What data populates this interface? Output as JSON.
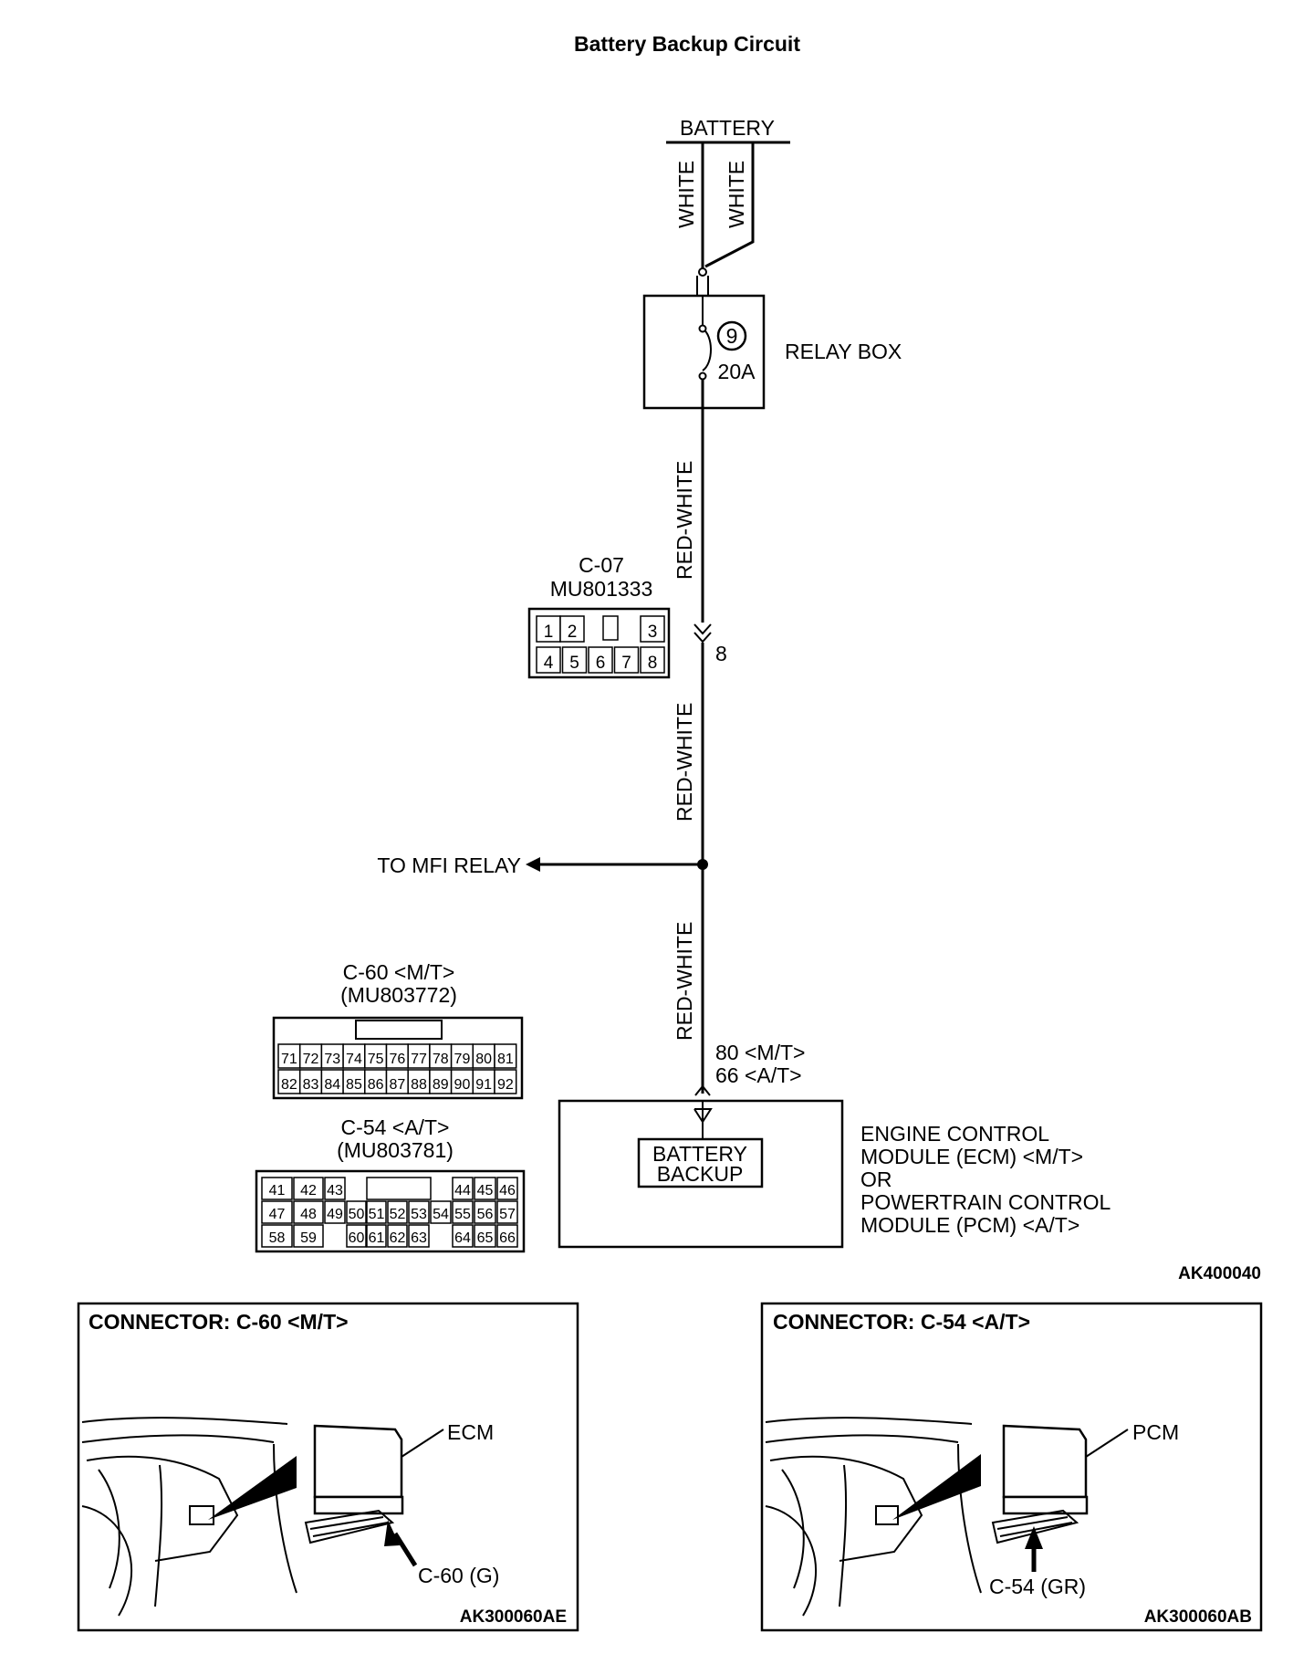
{
  "title": "Battery Backup Circuit",
  "battery_label": "BATTERY",
  "wire_colors": {
    "white_left": "WHITE",
    "white_right": "WHITE",
    "red_white_1": "RED-WHITE",
    "red_white_2": "RED-WHITE",
    "red_white_3": "RED-WHITE"
  },
  "relay_box": {
    "label": "RELAY BOX",
    "fuse_number": "9",
    "fuse_rating": "20A"
  },
  "connector_c07": {
    "name": "C-07",
    "part": "MU801333",
    "pins_top": [
      "1",
      "2",
      "",
      "3"
    ],
    "pins_bottom": [
      "4",
      "5",
      "6",
      "7",
      "8"
    ],
    "pin_label": "8"
  },
  "to_mfi_relay": "TO MFI RELAY",
  "connector_c60": {
    "name": "C-60 <M/T>",
    "part": "(MU803772)",
    "row1": [
      "71",
      "72",
      "73",
      "74",
      "75",
      "76",
      "77",
      "78",
      "79",
      "80",
      "81"
    ],
    "row2": [
      "82",
      "83",
      "84",
      "85",
      "86",
      "87",
      "88",
      "89",
      "90",
      "91",
      "92"
    ]
  },
  "connector_c54": {
    "name": "C-54 <A/T>",
    "part": "(MU803781)",
    "row1": [
      "41",
      "42",
      "43",
      "",
      "",
      "",
      "",
      "",
      "44",
      "45",
      "46"
    ],
    "row2": [
      "47",
      "48",
      "49",
      "50",
      "51",
      "52",
      "53",
      "54",
      "55",
      "56",
      "57"
    ],
    "row3": [
      "58",
      "59",
      "",
      "60",
      "61",
      "62",
      "63",
      "",
      "64",
      "65",
      "66"
    ]
  },
  "ecm_pins": {
    "mt": "80 <M/T>",
    "at": "66 <A/T>"
  },
  "ecm_internal": {
    "line1": "BATTERY",
    "line2": "BACKUP"
  },
  "ecm_label": [
    "ENGINE CONTROL",
    "MODULE (ECM) <M/T>",
    "OR",
    "POWERTRAIN CONTROL",
    "MODULE (PCM) <A/T>"
  ],
  "diagram_code": "AK400040",
  "panel_left": {
    "title": "CONNECTOR: C-60 <M/T>",
    "module": "ECM",
    "connector": "C-60 (G)",
    "code": "AK300060AE"
  },
  "panel_right": {
    "title": "CONNECTOR: C-54 <A/T>",
    "module": "PCM",
    "connector": "C-54 (GR)",
    "code": "AK300060AB"
  }
}
